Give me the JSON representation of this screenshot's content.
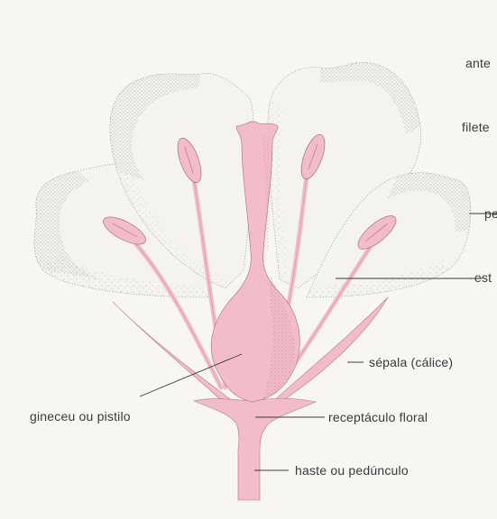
{
  "labels": {
    "antera": "ante",
    "filete": "filete",
    "petala": "pe",
    "estame": "est",
    "sepala": "sépala (cálice)",
    "gineceu": "gineceu ou pistilo",
    "receptaculo": "receptáculo floral",
    "haste": "haste ou pedúnculo"
  },
  "colors": {
    "pink": "#f2bccb",
    "pink_dark": "#b07a8a",
    "petal_fill": "#f4f3ef",
    "stipple": "#6b6b6b",
    "line": "#3a3a3a",
    "background": "#f7f6f3"
  }
}
